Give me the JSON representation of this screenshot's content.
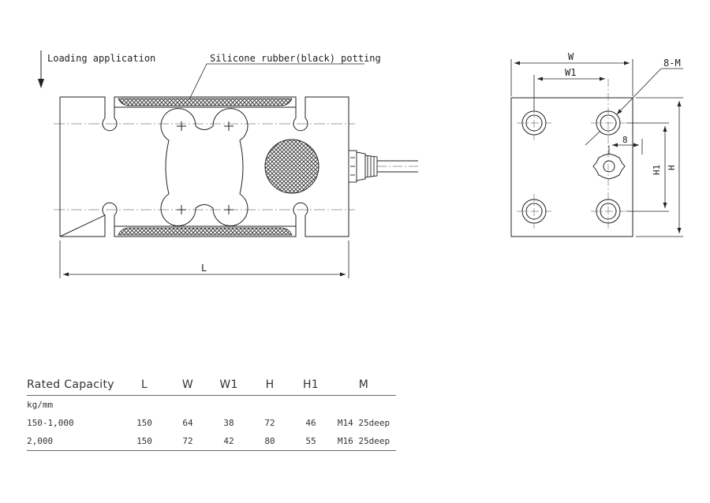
{
  "diagram": {
    "loading_label": "Loading application",
    "potting_label": "Silicone rubber(black) potting",
    "dim_L": "L",
    "dim_W": "W",
    "dim_W1": "W1",
    "dim_H": "H",
    "dim_H1": "H1",
    "dim_8": "8",
    "dim_8M": "8-M"
  },
  "table": {
    "headers": [
      "Rated Capacity",
      "L",
      "W",
      "W1",
      "H",
      "H1",
      "M"
    ],
    "unit_row": "kg/mm",
    "rows": [
      [
        "150-1,000",
        "150",
        "64",
        "38",
        "72",
        "46",
        "M14 25deep"
      ],
      [
        "2,000",
        "150",
        "72",
        "42",
        "80",
        "55",
        "M16 25deep"
      ]
    ]
  }
}
